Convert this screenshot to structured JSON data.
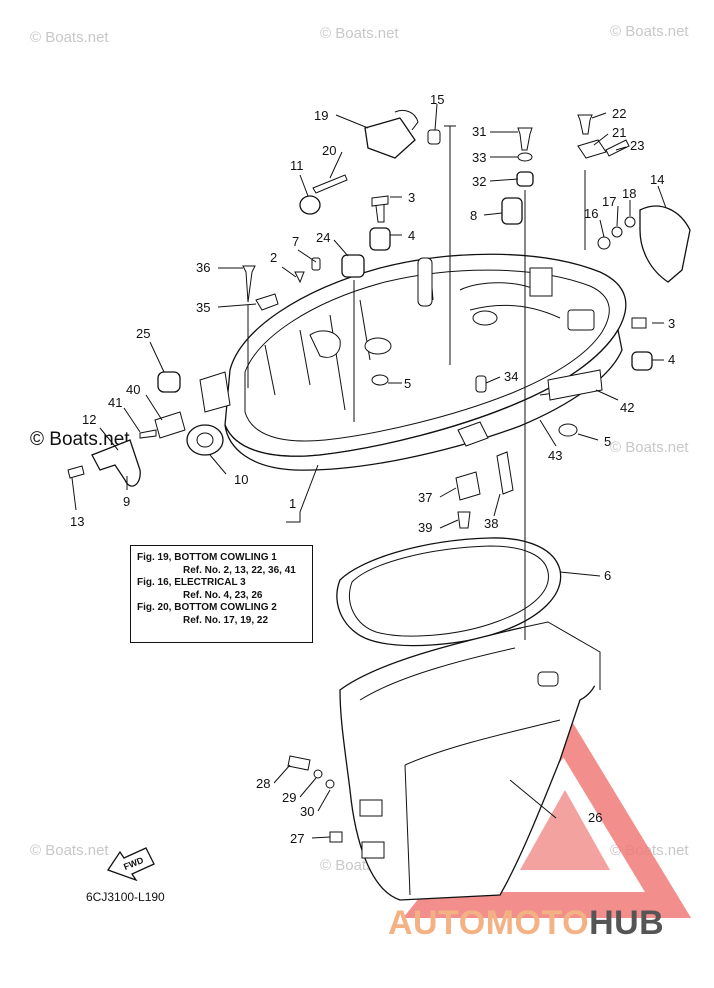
{
  "watermarks": {
    "corner": "© Boats.net",
    "side": "© Boats.net"
  },
  "diagram_code": "6CJ3100-L190",
  "fwd_label": "FWD",
  "reference_note": [
    {
      "text": "Fig. 19, BOTTOM COWLING 1",
      "indent": false
    },
    {
      "text": "Ref. No. 2, 13, 22, 36, 41",
      "indent": true
    },
    {
      "text": "Fig. 16, ELECTRICAL 3",
      "indent": false
    },
    {
      "text": "Ref. No. 4, 23, 26",
      "indent": true
    },
    {
      "text": "Fig. 20, BOTTOM COWLING 2",
      "indent": false
    },
    {
      "text": "Ref. No. 17, 19, 22",
      "indent": true
    }
  ],
  "brand": {
    "auto": "AUTOMOTO",
    "hub": "HUB"
  },
  "colors": {
    "line": "#111111",
    "watermark": "#c8c8c8",
    "logo_red": "#e9504f",
    "logo_orange": "#f4b183",
    "logo_gray": "#555555"
  },
  "callouts": [
    {
      "id": "1",
      "text": "1"
    },
    {
      "id": "2",
      "text": "2"
    },
    {
      "id": "3a",
      "text": "3"
    },
    {
      "id": "3b",
      "text": "3"
    },
    {
      "id": "4a",
      "text": "4"
    },
    {
      "id": "4b",
      "text": "4"
    },
    {
      "id": "5a",
      "text": "5"
    },
    {
      "id": "5b",
      "text": "5"
    },
    {
      "id": "6",
      "text": "6"
    },
    {
      "id": "7",
      "text": "7"
    },
    {
      "id": "8",
      "text": "8"
    },
    {
      "id": "9",
      "text": "9"
    },
    {
      "id": "10",
      "text": "10"
    },
    {
      "id": "11",
      "text": "11"
    },
    {
      "id": "12",
      "text": "12"
    },
    {
      "id": "13",
      "text": "13"
    },
    {
      "id": "14",
      "text": "14"
    },
    {
      "id": "15",
      "text": "15"
    },
    {
      "id": "16",
      "text": "16"
    },
    {
      "id": "17",
      "text": "17"
    },
    {
      "id": "18",
      "text": "18"
    },
    {
      "id": "19",
      "text": "19"
    },
    {
      "id": "20",
      "text": "20"
    },
    {
      "id": "21",
      "text": "21"
    },
    {
      "id": "22",
      "text": "22"
    },
    {
      "id": "23",
      "text": "23"
    },
    {
      "id": "24",
      "text": "24"
    },
    {
      "id": "25",
      "text": "25"
    },
    {
      "id": "26",
      "text": "26"
    },
    {
      "id": "27",
      "text": "27"
    },
    {
      "id": "28",
      "text": "28"
    },
    {
      "id": "29",
      "text": "29"
    },
    {
      "id": "30",
      "text": "30"
    },
    {
      "id": "31",
      "text": "31"
    },
    {
      "id": "32",
      "text": "32"
    },
    {
      "id": "33",
      "text": "33"
    },
    {
      "id": "34",
      "text": "34"
    },
    {
      "id": "35",
      "text": "35"
    },
    {
      "id": "36",
      "text": "36"
    },
    {
      "id": "37",
      "text": "37"
    },
    {
      "id": "38",
      "text": "38"
    },
    {
      "id": "39",
      "text": "39"
    },
    {
      "id": "40",
      "text": "40"
    },
    {
      "id": "41",
      "text": "41"
    },
    {
      "id": "42",
      "text": "42"
    },
    {
      "id": "43",
      "text": "43"
    }
  ]
}
